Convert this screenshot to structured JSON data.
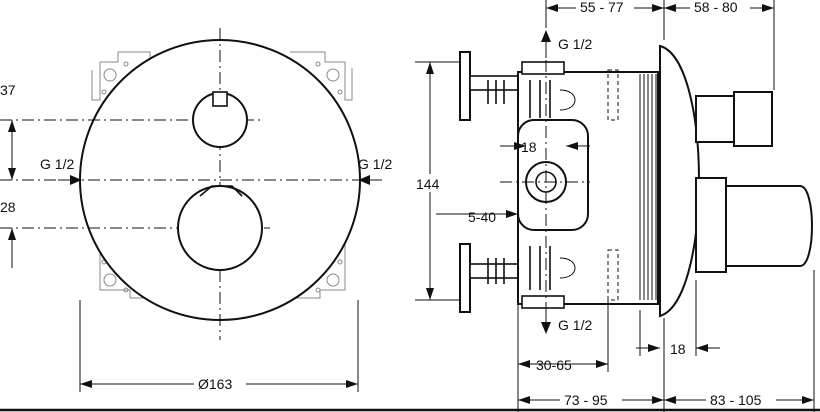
{
  "front_view": {
    "dim_37": "37",
    "dim_28": "28",
    "inlet_left": "G 1/2",
    "inlet_right": "G 1/2",
    "diameter": "Ø163"
  },
  "side_view": {
    "outlet_top": "G 1/2",
    "outlet_bottom": "G 1/2",
    "height": "144",
    "dim_18_inner": "18",
    "dim_5_40": "5-40",
    "dim_18_plate": "18",
    "dim_30_65": "30-65",
    "dim_55_77": "55 - 77",
    "dim_58_80": "58 - 80",
    "dim_73_95": "73 - 95",
    "dim_83_105": "83 - 105"
  },
  "colors": {
    "line": "#111111",
    "secondary": "#8a8a8a",
    "background": "#ffffff"
  }
}
